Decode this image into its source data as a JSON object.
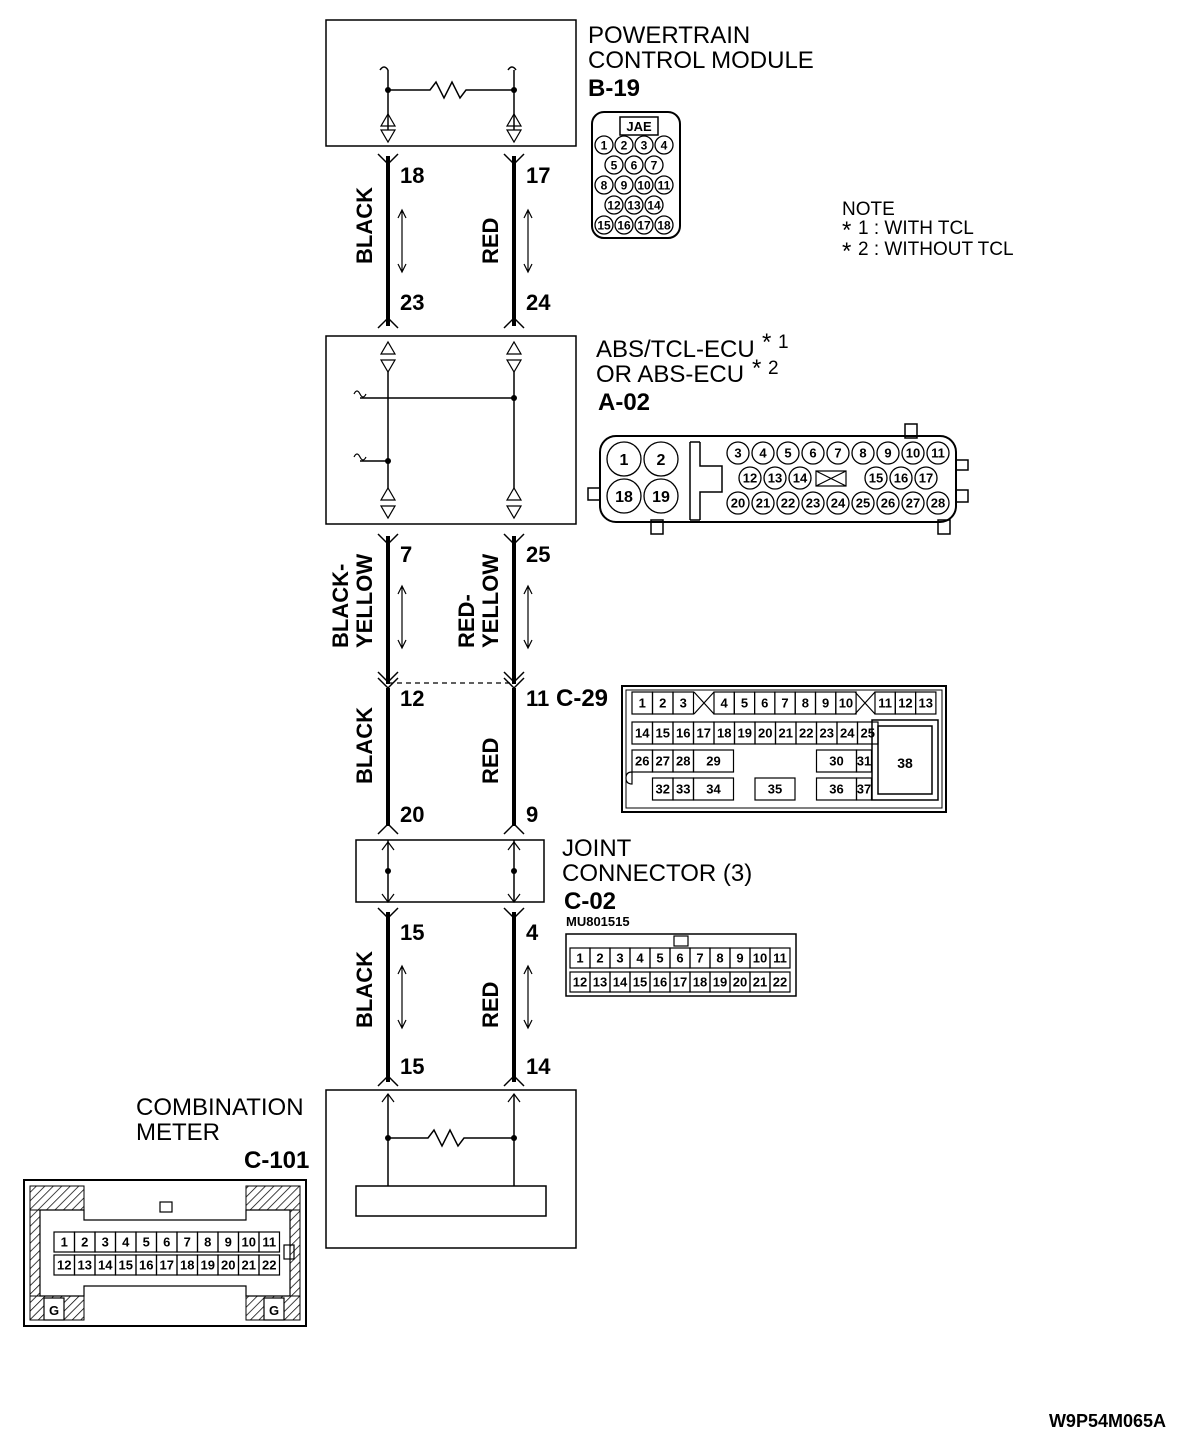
{
  "pcm": {
    "title_line1": "POWERTRAIN",
    "title_line2": "CONTROL MODULE",
    "code": "B-19",
    "maker": "JAE",
    "pins": [
      "1",
      "2",
      "3",
      "4",
      "5",
      "6",
      "7",
      "8",
      "9",
      "10",
      "11",
      "12",
      "13",
      "14",
      "15",
      "16",
      "17",
      "18"
    ]
  },
  "abs": {
    "title_line1": "ABS/TCL-ECU",
    "title_line2": "OR ABS-ECU",
    "star1": "*",
    "sup1": "1",
    "star2": "*",
    "sup2": "2",
    "code": "A-02",
    "pins_big": [
      "1",
      "2",
      "18",
      "19"
    ],
    "pins_top": [
      "3",
      "4",
      "5",
      "6",
      "7",
      "8",
      "9",
      "10",
      "11"
    ],
    "pins_mid_a": [
      "12",
      "13",
      "14"
    ],
    "pins_mid_b": [
      "15",
      "16",
      "17"
    ],
    "pins_bot": [
      "20",
      "21",
      "22",
      "23",
      "24",
      "25",
      "26",
      "27",
      "28"
    ]
  },
  "note": {
    "title": "NOTE",
    "line1": "1 : WITH TCL",
    "line2": "2 : WITHOUT TCL",
    "star1": "*",
    "star2": "*"
  },
  "joint": {
    "title_line1": "JOINT",
    "title_line2": "CONNECTOR (3)",
    "code": "C-02",
    "part": "MU801515",
    "pins_top": [
      "1",
      "2",
      "3",
      "4",
      "5",
      "6",
      "7",
      "8",
      "9",
      "10",
      "11"
    ],
    "pins_bot": [
      "12",
      "13",
      "14",
      "15",
      "16",
      "17",
      "18",
      "19",
      "20",
      "21",
      "22"
    ]
  },
  "c29": {
    "code": "C-29",
    "row1a": [
      "1",
      "2",
      "3"
    ],
    "row1b": [
      "4",
      "5",
      "6",
      "7",
      "8",
      "9",
      "10"
    ],
    "row1c": [
      "11",
      "12",
      "13"
    ],
    "row2": [
      "14",
      "15",
      "16",
      "17",
      "18",
      "19",
      "20",
      "21",
      "22",
      "23",
      "24",
      "25"
    ],
    "row3": [
      "26",
      "27",
      "28",
      "29",
      "30",
      "31"
    ],
    "row4": [
      "32",
      "33",
      "34",
      "35",
      "36",
      "37"
    ],
    "big": "38"
  },
  "meter": {
    "title_line1": "COMBINATION",
    "title_line2": "METER",
    "code": "C-101",
    "pins_top": [
      "1",
      "2",
      "3",
      "4",
      "5",
      "6",
      "7",
      "8",
      "9",
      "10",
      "11"
    ],
    "pins_bot": [
      "12",
      "13",
      "14",
      "15",
      "16",
      "17",
      "18",
      "19",
      "20",
      "21",
      "22"
    ],
    "ground": "G"
  },
  "wires": {
    "seg1": {
      "left_color": "BLACK",
      "right_color": "RED",
      "pin_l_top": "18",
      "pin_r_top": "17",
      "pin_l_bot": "23",
      "pin_r_bot": "24"
    },
    "seg2": {
      "left_color_1": "BLACK-",
      "left_color_2": "YELLOW",
      "right_color_1": "RED-",
      "right_color_2": "YELLOW",
      "pin_l_top": "7",
      "pin_r_top": "25",
      "pin_l_bot": "12",
      "pin_r_bot": "11"
    },
    "seg3": {
      "left_color": "BLACK",
      "right_color": "RED",
      "pin_l_bot": "20",
      "pin_r_bot": "9"
    },
    "seg4": {
      "left_color": "BLACK",
      "right_color": "RED",
      "pin_l_top": "15",
      "pin_r_top": "4",
      "pin_l_bot": "15",
      "pin_r_bot": "14"
    }
  },
  "figure_id": "W9P54M065A"
}
